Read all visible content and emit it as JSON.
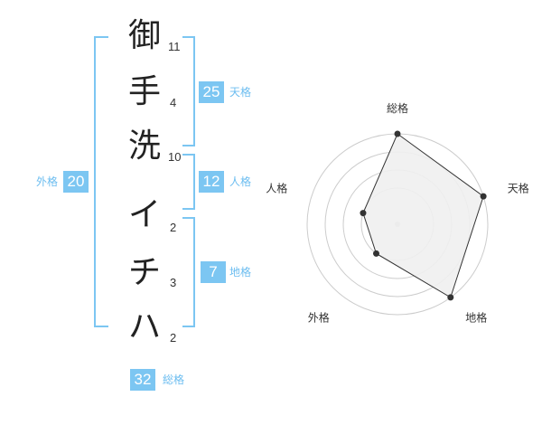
{
  "name": {
    "characters": [
      {
        "char": "御",
        "strokes": "11"
      },
      {
        "char": "手",
        "strokes": "4"
      },
      {
        "char": "洗",
        "strokes": "10"
      },
      {
        "char": "イ",
        "strokes": "2"
      },
      {
        "char": "チ",
        "strokes": "3"
      },
      {
        "char": "ハ",
        "strokes": "2"
      }
    ]
  },
  "fortunes": {
    "tenkaku": {
      "value": "25",
      "label": "天格"
    },
    "jinkaku": {
      "value": "12",
      "label": "人格"
    },
    "chikaku": {
      "value": "7",
      "label": "地格"
    },
    "gaikaku": {
      "value": "20",
      "label": "外格"
    },
    "soukaku": {
      "value": "32",
      "label": "総格"
    }
  },
  "chart_data": {
    "type": "radar",
    "axes": [
      "総格",
      "天格",
      "地格",
      "外格",
      "人格"
    ],
    "values": [
      4,
      4,
      4,
      1,
      1
    ],
    "max": 5,
    "ring_count": 4,
    "colors": {
      "fill": "#f0f0f0",
      "line": "#333333",
      "ring": "#cccccc",
      "center": "#cccccc"
    }
  },
  "colors": {
    "accent": "#7cc6f2",
    "label": "#6cbdf0"
  }
}
